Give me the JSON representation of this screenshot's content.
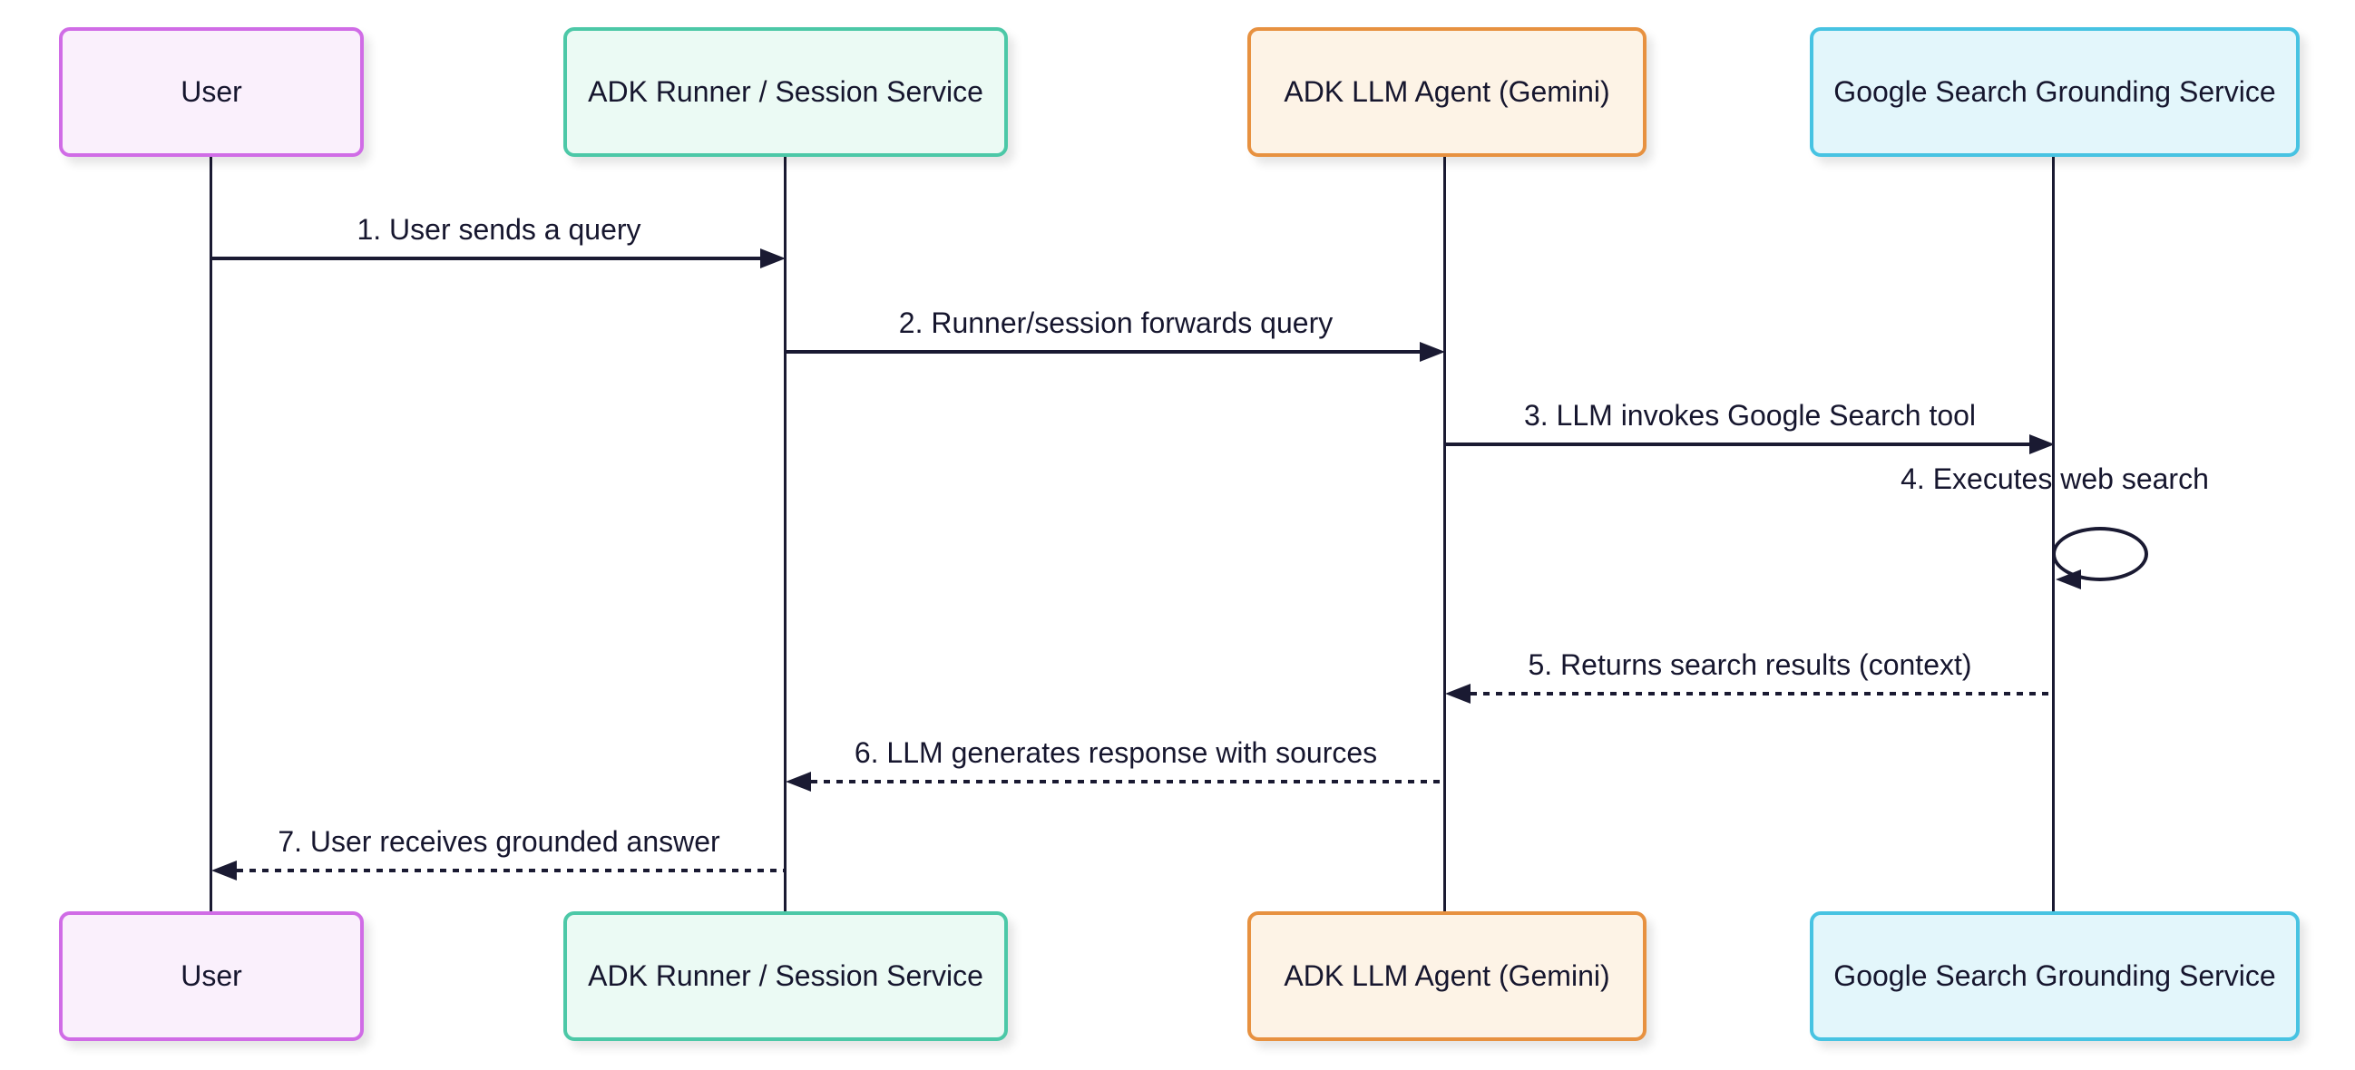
{
  "diagram": {
    "type": "sequence-diagram",
    "background_color": "#ffffff",
    "line_color": "#1a1a32",
    "text_color": "#16162e"
  },
  "actors": [
    {
      "id": "user",
      "label": "User",
      "fill_color": "#faf0fc",
      "border_color": "#d06ce6"
    },
    {
      "id": "runner",
      "label": "ADK Runner / Session Service",
      "fill_color": "#ebfaf4",
      "border_color": "#4cc8a7"
    },
    {
      "id": "llm",
      "label": "ADK LLM Agent (Gemini)",
      "fill_color": "#fdf3e6",
      "border_color": "#e79140"
    },
    {
      "id": "google",
      "label": "Google Search Grounding Service",
      "fill_color": "#e3f6fb",
      "border_color": "#47c3e2"
    }
  ],
  "messages": [
    {
      "seq": 1,
      "label": "1. User sends a query",
      "from": "user",
      "to": "runner",
      "line_style": "solid",
      "direction": "right"
    },
    {
      "seq": 2,
      "label": "2. Runner/session forwards query",
      "from": "runner",
      "to": "llm",
      "line_style": "solid",
      "direction": "right"
    },
    {
      "seq": 3,
      "label": "3. LLM invokes Google Search tool",
      "from": "llm",
      "to": "google",
      "line_style": "solid",
      "direction": "right"
    },
    {
      "seq": 4,
      "label": "4. Executes web search",
      "from": "google",
      "to": "google",
      "line_style": "solid",
      "direction": "self"
    },
    {
      "seq": 5,
      "label": "5. Returns search results (context)",
      "from": "google",
      "to": "llm",
      "line_style": "dotted",
      "direction": "left"
    },
    {
      "seq": 6,
      "label": "6. LLM generates response with sources",
      "from": "llm",
      "to": "runner",
      "line_style": "dotted",
      "direction": "left"
    },
    {
      "seq": 7,
      "label": "7. User receives grounded answer",
      "from": "runner",
      "to": "user",
      "line_style": "dotted",
      "direction": "left"
    }
  ]
}
